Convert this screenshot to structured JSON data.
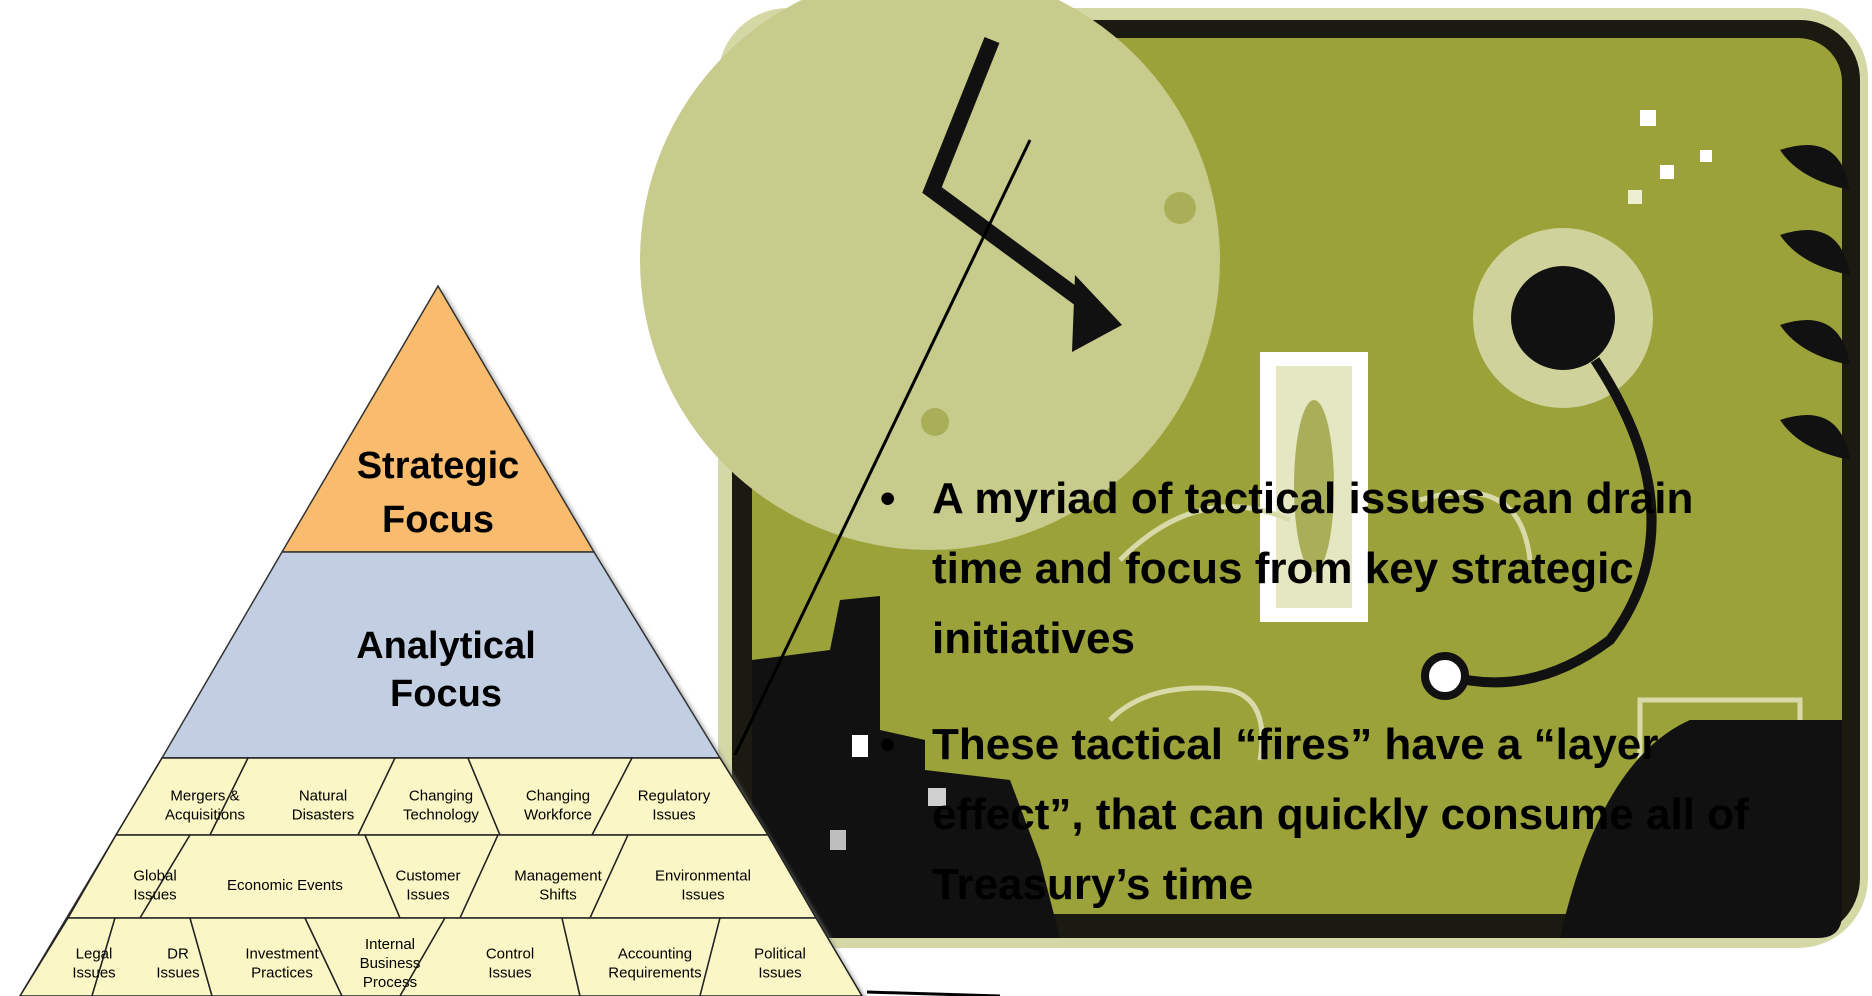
{
  "pyramid": {
    "top_label": [
      "Strategic",
      "Focus"
    ],
    "middle_label": [
      "Analytical",
      "Focus"
    ],
    "tactical_issues": {
      "row1": [
        [
          "Mergers &",
          "Acquisitions"
        ],
        [
          "Natural",
          "Disasters"
        ],
        [
          "Changing",
          "Technology"
        ],
        [
          "Changing",
          "Workforce"
        ],
        [
          "Regulatory",
          "Issues"
        ]
      ],
      "row2": [
        [
          "Global",
          "Issues"
        ],
        [
          "Economic Events"
        ],
        [
          "Customer",
          "Issues"
        ],
        [
          "Management",
          "Shifts"
        ],
        [
          "Environmental",
          "Issues"
        ]
      ],
      "row3": [
        [
          "Legal",
          "Issues"
        ],
        [
          "DR",
          "Issues"
        ],
        [
          "Investment",
          "Practices"
        ],
        [
          "Internal",
          "Business",
          "Process"
        ],
        [
          "Control",
          "Issues"
        ],
        [
          "Accounting",
          "Requirements"
        ],
        [
          "Political",
          "Issues"
        ]
      ]
    }
  },
  "bullets": {
    "b1": [
      "A myriad of tactical issues can drain",
      "time and focus from key strategic",
      "initiatives"
    ],
    "b2": [
      "These tactical “fires” have a “layer",
      "effect”, that can  quickly consume all of",
      "Treasury’s time"
    ],
    "bullet_char": "•"
  },
  "colors": {
    "strategic": "#F9BC6E",
    "analytical": "#C2CFE3",
    "tactical": "#FBF6C6",
    "frame": "#1a1a10",
    "olive": "#9BA23A",
    "olive_light": "#C7CB8C"
  },
  "illustration": {
    "icon": "clock-time-illustration-icon"
  }
}
